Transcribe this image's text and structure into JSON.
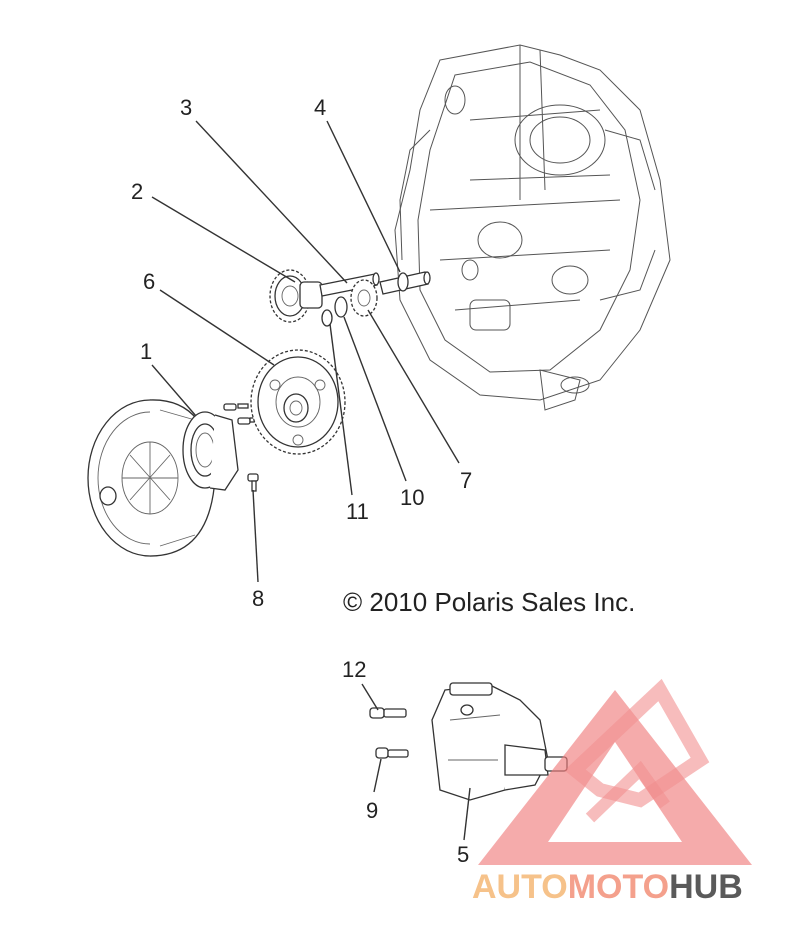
{
  "diagram": {
    "copyright": "© 2010 Polaris Sales Inc.",
    "callouts": {
      "c1": "1",
      "c2": "2",
      "c3": "3",
      "c4": "4",
      "c5": "5",
      "c6": "6",
      "c7": "7",
      "c8": "8",
      "c9": "9",
      "c10": "10",
      "c11": "11",
      "c12": "12"
    }
  },
  "watermark": {
    "word_a": "AUTO",
    "word_b": "MOTO",
    "word_c": "HUB",
    "colors": {
      "auto": "#f6c28a",
      "moto": "#f4a08c",
      "hub": "#5a5a5a",
      "logo": "#ef7c7c"
    }
  }
}
